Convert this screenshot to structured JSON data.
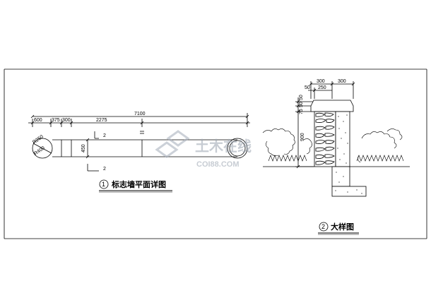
{
  "plan": {
    "dims_top": [
      "600",
      "375",
      "300",
      "2275",
      "7100"
    ],
    "dim_left_a": "R250",
    "dim_left_b": "R400",
    "dim_width": "450",
    "section_mark_top": "2",
    "section_mark_bottom": "2",
    "caption_num": "1",
    "caption_text": "标志墙平面详图"
  },
  "detail": {
    "dims_top": [
      "300",
      "300",
      "50",
      "250"
    ],
    "dims_left": [
      "50",
      "50",
      "75",
      "900"
    ],
    "caption_num": "2",
    "caption_text": "大样图"
  },
  "watermark": {
    "text_cn": "土木在线",
    "text_en": "COI88.COM"
  }
}
